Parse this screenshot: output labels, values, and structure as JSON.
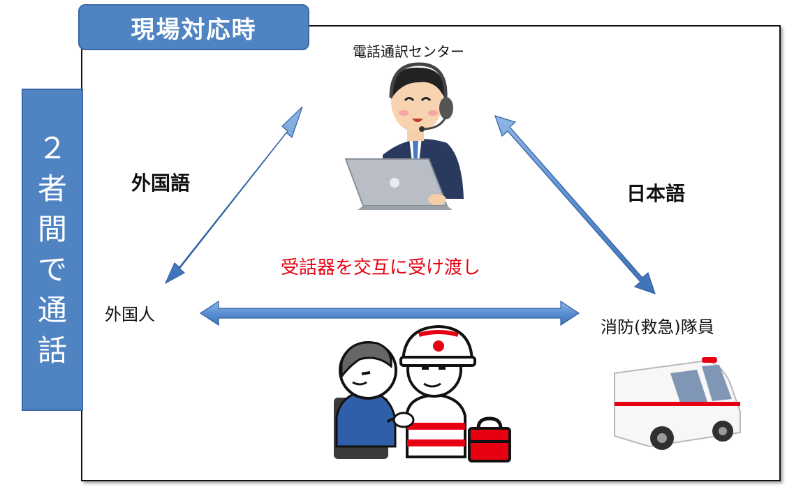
{
  "header_tab": {
    "title": "現場対応時"
  },
  "side_label": {
    "chars": [
      "２",
      "者",
      "間",
      "で",
      "通",
      "話"
    ]
  },
  "nodes": {
    "center": "電話通訳センター",
    "left": "外国人",
    "right": "消防(救急)隊員"
  },
  "languages": {
    "left": "外国語",
    "right": "日本語"
  },
  "note": "受話器を交互に受け渡し",
  "colors": {
    "accent_blue": "#4f83c2",
    "note_red": "#e60012"
  },
  "icons": [
    "operator-headset-icon",
    "paramedic-helping-person-icon",
    "ambulance-icon"
  ]
}
